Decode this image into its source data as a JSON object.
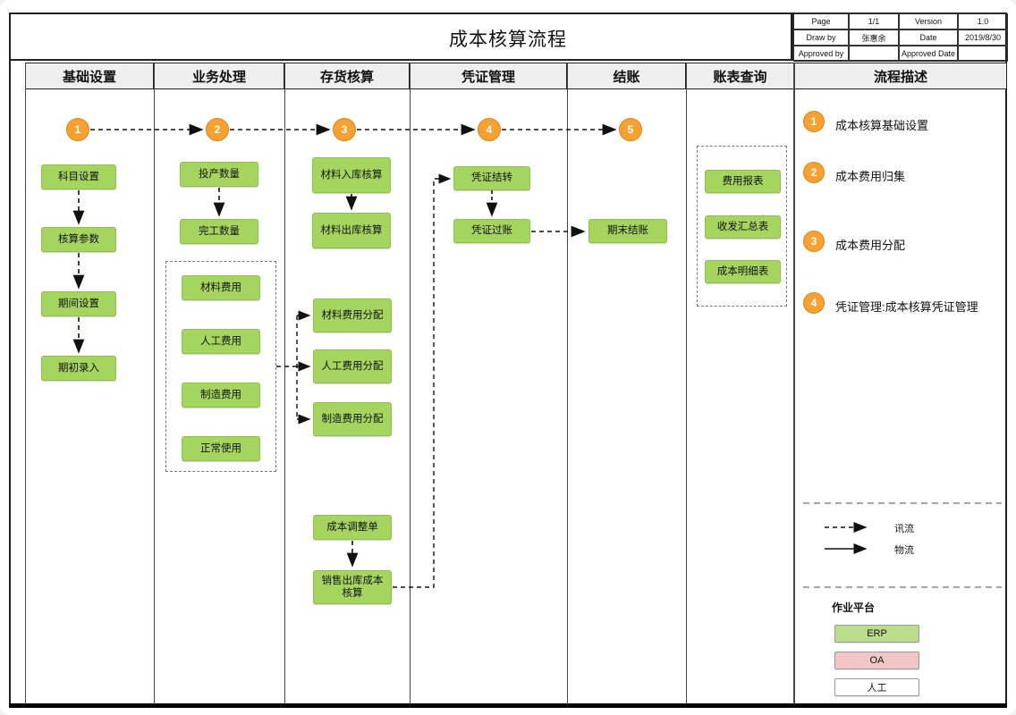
{
  "title": "成本核算流程",
  "info_table": {
    "cells": [
      [
        "Page",
        "1/1",
        "Version",
        "1.0"
      ],
      [
        "Draw by",
        "张惠余",
        "Date",
        "2019/8/30"
      ],
      [
        "Approved by",
        "",
        "Approved Date",
        ""
      ]
    ]
  },
  "lanes": [
    {
      "title": "基础设置"
    },
    {
      "title": "业务处理"
    },
    {
      "title": "存货核算"
    },
    {
      "title": "凭证管理"
    },
    {
      "title": "结账"
    },
    {
      "title": "账表查询"
    },
    {
      "title": "流程描述"
    }
  ],
  "steps": [
    "1",
    "2",
    "3",
    "4",
    "5"
  ],
  "nodes": {
    "account_setup": "科目设置",
    "accounting_params": "核算参数",
    "period_setup": "期间设置",
    "opening_entry": "期初录入",
    "production_qty": "投产数量",
    "completed_qty": "完工数量",
    "material_cost": "材料费用",
    "labor_cost": "人工费用",
    "manufacturing_cost": "制造费用",
    "normal_use": "正常使用",
    "material_inbound": "材料入库核算",
    "material_outbound": "材料出库核算",
    "material_cost_alloc": "材料费用分配",
    "labor_cost_alloc": "人工费用分配",
    "mfg_cost_alloc": "制造费用分配",
    "cost_adjustment": "成本调整单",
    "sales_outbound_cost": "销售出库成本核算",
    "voucher_transfer": "凭证结转",
    "voucher_posting": "凭证过账",
    "period_end_closing": "期末结账",
    "expense_report": "费用报表",
    "inout_summary": "收发汇总表",
    "cost_detail": "成本明细表"
  },
  "descriptions": [
    {
      "num": "1",
      "text": "成本核算基础设置"
    },
    {
      "num": "2",
      "text": "成本费用归集"
    },
    {
      "num": "3",
      "text": "成本费用分配"
    },
    {
      "num": "4",
      "text": "凭证管理:成本核算凭证管理"
    }
  ],
  "legend": {
    "dashed_label": "讯流",
    "solid_label": "物流",
    "platform_title": "作业平台",
    "platforms": [
      {
        "label": "ERP",
        "color": "#bcdc8e"
      },
      {
        "label": "OA",
        "color": "#f2c6c6"
      },
      {
        "label": "人工",
        "color": "#ffffff"
      }
    ]
  },
  "colors": {
    "node_green": "#a6d55f",
    "step_orange": "#f6a132"
  }
}
